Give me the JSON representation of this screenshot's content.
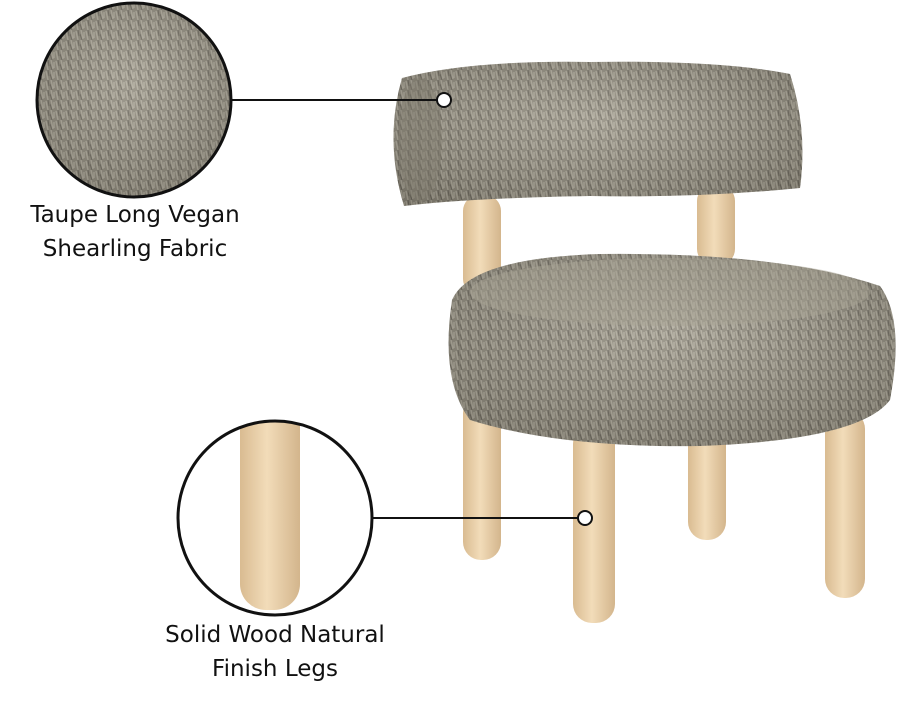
{
  "callouts": {
    "fabric": {
      "line1": "Taupe Long Vegan",
      "line2": "Shearling Fabric"
    },
    "legs": {
      "line1": "Solid Wood Natural",
      "line2": "Finish Legs"
    }
  },
  "colors": {
    "fur": "#8f8a7c",
    "fur_light": "#b3ae9f",
    "fur_dark": "#6e6a5e",
    "wood": "#ecd2ad",
    "wood_shade": "#d3b58c",
    "outline": "#111111"
  }
}
